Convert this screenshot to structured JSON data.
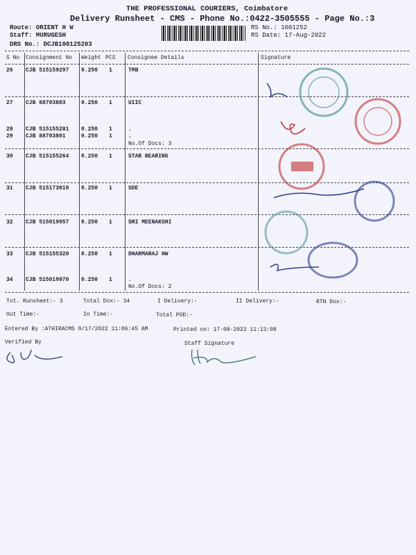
{
  "header": {
    "company": "THE PROFESSIONAL COURIERS, Coimbatore",
    "subtitle": "Delivery Runsheet - CMS - Phone No.:0422-3505555 - Page No.:3",
    "route": "Route: ORIENT H W",
    "staff": "Staff: MURUGESH",
    "drs": "DRS No.: DCJB100125203",
    "rs_no": "RS No.: 1001252",
    "rs_date": "RS Date: 17-Aug-2022"
  },
  "columns": [
    "S No",
    "Consignment No",
    "Weight",
    "PCS",
    "Consignee Details",
    "Signature"
  ],
  "rows": [
    {
      "sno": "26",
      "cn": "CJB 515159297",
      "wt": "0.250",
      "pcs": "1",
      "cons": "TMB"
    },
    {
      "sno": "27",
      "cn": "CJB 88703803",
      "wt": "0.250",
      "pcs": "1",
      "cons": "UIIC"
    },
    {
      "sno": "28",
      "cn": "CJB 515155281",
      "wt": "0.250",
      "pcs": "1",
      "cons": "."
    },
    {
      "sno": "29",
      "cn": "CJB 88703801",
      "wt": "0.250",
      "pcs": "1",
      "cons": "."
    },
    {
      "sno": "30",
      "cn": "CJB 515155264",
      "wt": "0.250",
      "pcs": "1",
      "cons": "STAR BEARING"
    },
    {
      "sno": "31",
      "cn": "CJB 515173010",
      "wt": "0.250",
      "pcs": "1",
      "cons": "SDE"
    },
    {
      "sno": "32",
      "cn": "CJB 515019957",
      "wt": "0.250",
      "pcs": "1",
      "cons": "SRI MEENAKSHI"
    },
    {
      "sno": "33",
      "cn": "CJB 515155320",
      "wt": "0.250",
      "pcs": "1",
      "cons": "DHARMARAJ HW"
    },
    {
      "sno": "34",
      "cn": "CJB 515019970",
      "wt": "0.250",
      "pcs": "1",
      "cons": "."
    }
  ],
  "docs": [
    "No.Of Docs: 3",
    "No.Of Docs: 2"
  ],
  "footer": {
    "tot_runsheet": "Tot. Runsheet:- 3",
    "total_dox": "Total Dox:-   34",
    "i_delivery": "I Delivery:-",
    "ii_delivery": "II Delivery:-",
    "rtn_dox": "RTN Dox:-",
    "out_time": "Out Time:-",
    "in_time": "In Time:-",
    "total_pod": "Total POD:-",
    "entered_by": "Entered By :ATHIRACMS 8/17/2022 11:06:45 AM",
    "printed_on": "Printed on: 17-08-2022 11:13:08",
    "verified_by": "Verified By",
    "staff_signature": "Staff Signature"
  },
  "colors": {
    "stamp_teal": "#3a8a8a",
    "stamp_red": "#c03030",
    "stamp_blue": "#2a3a8a",
    "ink": "#1a1a2a"
  }
}
